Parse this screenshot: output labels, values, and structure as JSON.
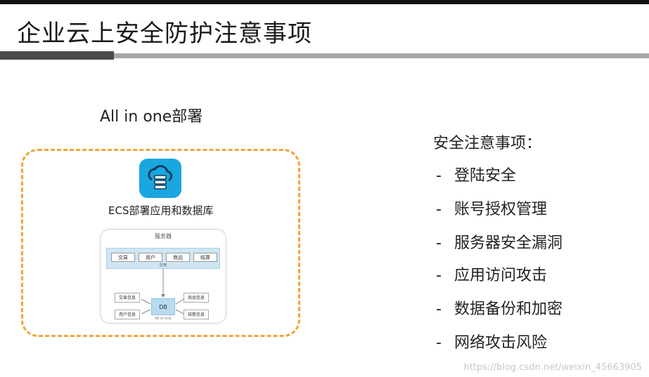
{
  "slide": {
    "title": "企业云上安全防护注意事项",
    "section_label": "All in one部署",
    "ecs_caption": "ECS部署应用和数据库",
    "diagram": {
      "server_title": "服务器",
      "app_chips": [
        "交易",
        "用户",
        "商品",
        "结算"
      ],
      "app_label": "应用",
      "db_label": "DB",
      "left_info": [
        "交易信息",
        "用户信息"
      ],
      "right_info": [
        "商品信息",
        "结算信息"
      ],
      "caption": "All in one"
    },
    "notes": {
      "heading": "安全注意事项：",
      "dash": "-",
      "items": [
        "登陆安全",
        "账号授权管理",
        "服务器安全漏洞",
        "应用访问攻击",
        "数据备份和加密",
        "网络攻击风险"
      ]
    },
    "watermark": "https://blog.csdn.net/weixin_45663905"
  },
  "colors": {
    "dashed_border": "#f0a53c",
    "cloud_icon_bg": "#1aa6e0",
    "app_band": "#cfe6f2",
    "db_box": "#b8dcef",
    "title_rule_dark": "#4a4a4a",
    "title_rule_light": "#a6a6a6"
  },
  "icons": [
    "cloud-database-icon"
  ]
}
